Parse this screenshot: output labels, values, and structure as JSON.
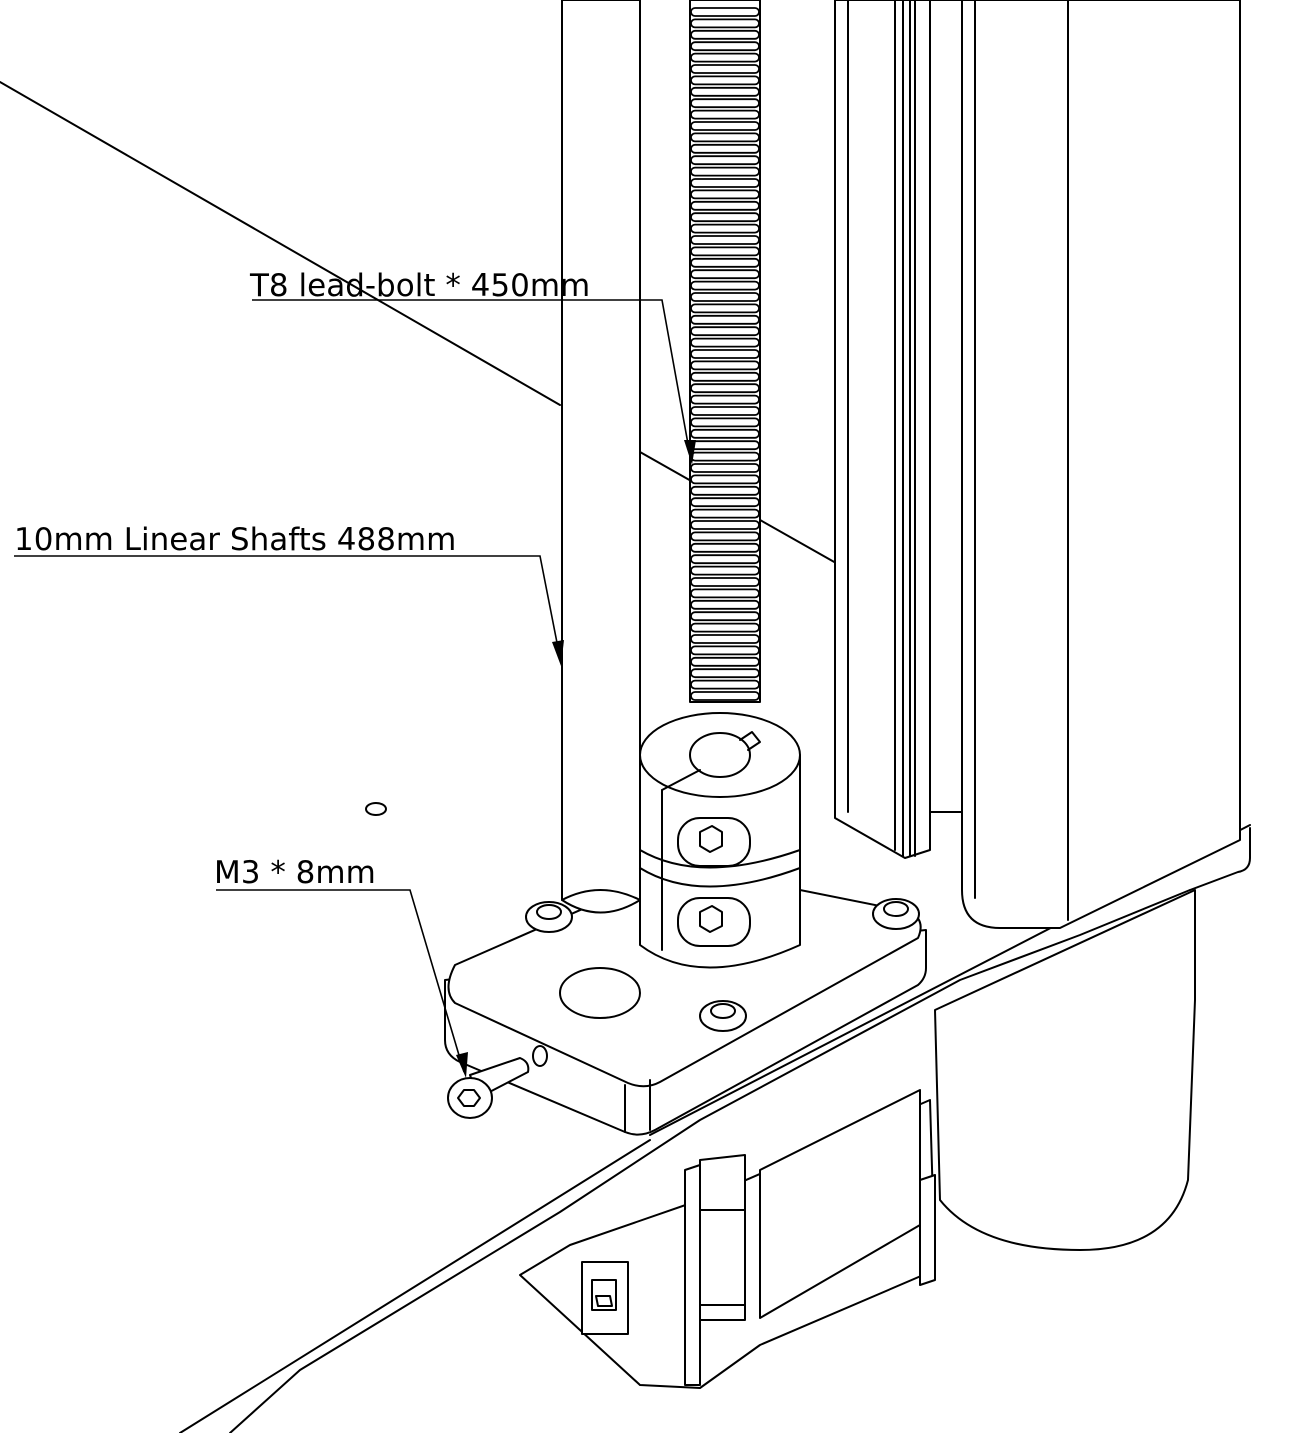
{
  "callouts": {
    "lead_screw": "T8 lead-bolt * 450mm",
    "linear_shafts": "10mm Linear Shafts 488mm",
    "screw": "M3 * 8mm"
  }
}
